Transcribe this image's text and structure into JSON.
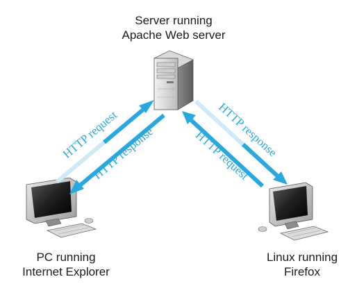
{
  "server": {
    "label_line1": "Server running",
    "label_line2": "Apache Web server"
  },
  "client_left": {
    "label_line1": "PC running",
    "label_line2": "Internet Explorer"
  },
  "client_right": {
    "label_line1": "Linux running",
    "label_line2": "Firefox"
  },
  "arrows": {
    "left_request": "HTTP request",
    "left_response": "HTTP response",
    "right_response": "HTTP response",
    "right_request": "HTTP request"
  },
  "colors": {
    "arrow": "#29a8df",
    "arrow_light": "#cdeaf7",
    "arrow_text": "#29a8df"
  }
}
